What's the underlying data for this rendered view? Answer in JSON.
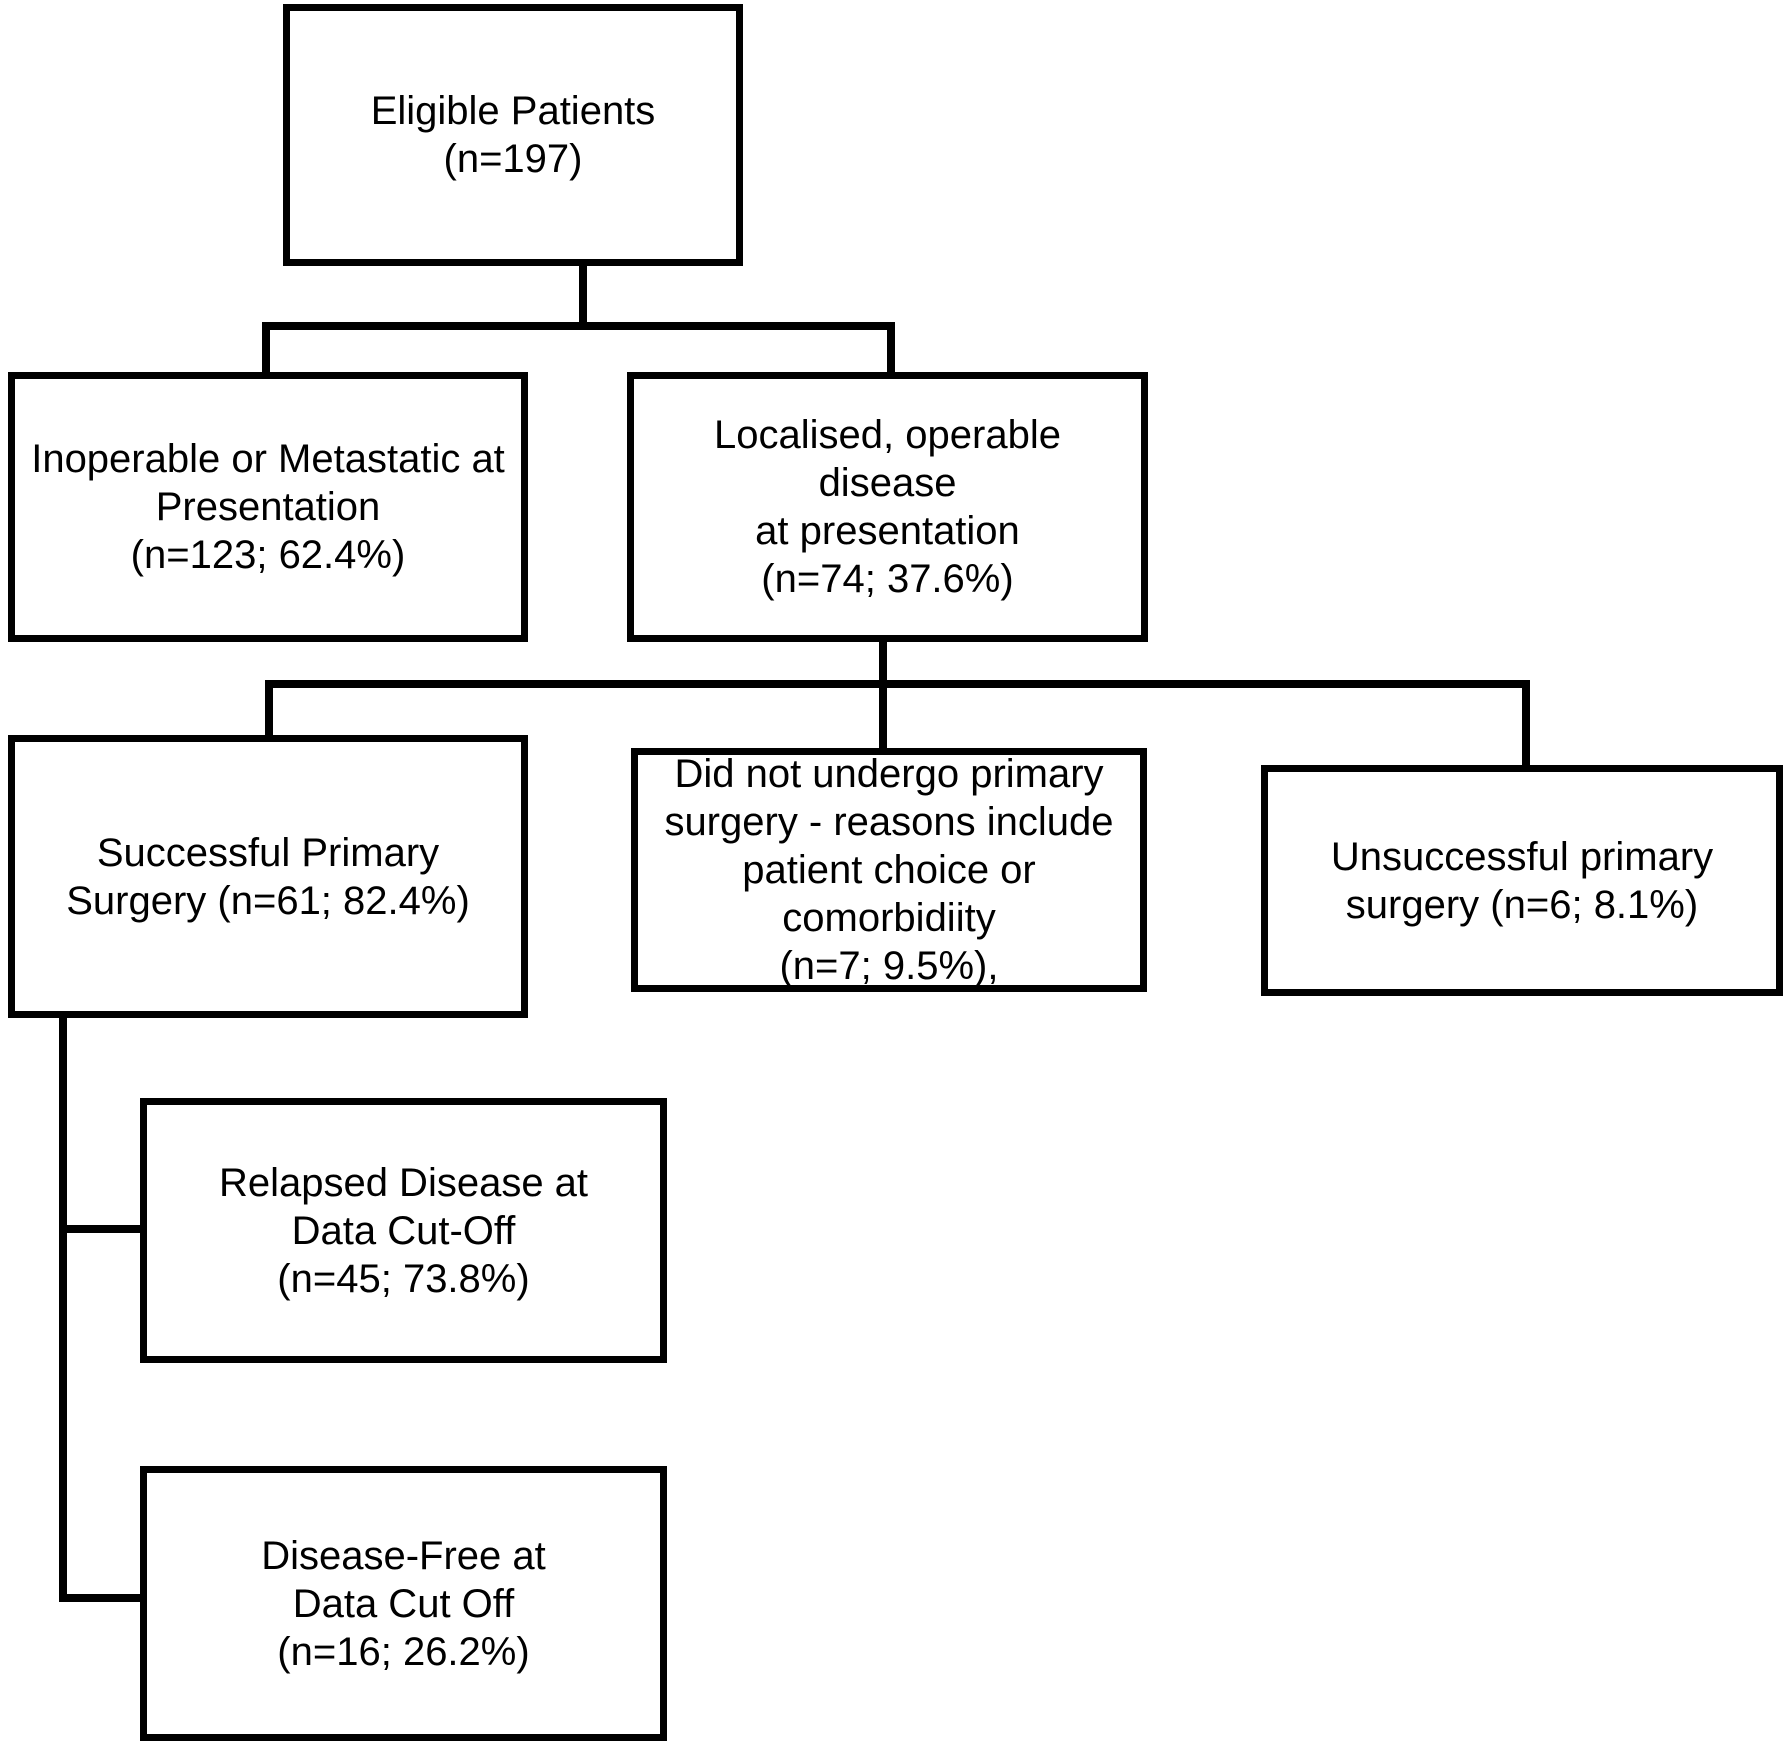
{
  "diagram": {
    "title_alt": "Patient flow diagram",
    "stroke_color": "#000000",
    "fill_color": "#ffffff",
    "text_color": "#000000",
    "nodes": [
      {
        "id": "eligible-patients",
        "name": "node-eligible-patients",
        "text": "Eligible Patients (n=197)",
        "n": 197
      },
      {
        "id": "inoperable-metastatic",
        "name": "node-inoperable-or-metastatic",
        "text": "Inoperable or Metastatic at\nPresentation\n(n=123; 62.4%)",
        "n": 123,
        "pct": "62.4%"
      },
      {
        "id": "localised-operable",
        "name": "node-localised-operable-disease",
        "text": "Localised, operable disease\nat presentation\n(n=74; 37.6%)",
        "n": 74,
        "pct": "37.6%"
      },
      {
        "id": "successful-primary-surgery",
        "name": "node-successful-primary-surgery",
        "text": "Successful Primary\nSurgery (n=61; 82.4%)",
        "n": 61,
        "pct": "82.4%"
      },
      {
        "id": "no-primary-surgery",
        "name": "node-did-not-undergo-primary-surgery",
        "text": "Did not undergo primary\nsurgery - reasons include\npatient choice or\ncomorbidiity\n(n=7; 9.5%),",
        "n": 7,
        "pct": "9.5%"
      },
      {
        "id": "unsuccessful-primary-surgery",
        "name": "node-unsuccessful-primary-surgery",
        "text": "Unsuccessful primary\nsurgery (n=6; 8.1%)",
        "n": 6,
        "pct": "8.1%"
      },
      {
        "id": "relapsed-disease",
        "name": "node-relapsed-disease-at-data-cut-off",
        "text": "Relapsed Disease at\nData Cut-Off\n(n=45; 73.8%)",
        "n": 45,
        "pct": "73.8%"
      },
      {
        "id": "disease-free",
        "name": "node-disease-free-at-data-cut-off",
        "text": "Disease-Free at\nData Cut Off\n(n=16; 26.2%)",
        "n": 16,
        "pct": "26.2%"
      }
    ]
  }
}
